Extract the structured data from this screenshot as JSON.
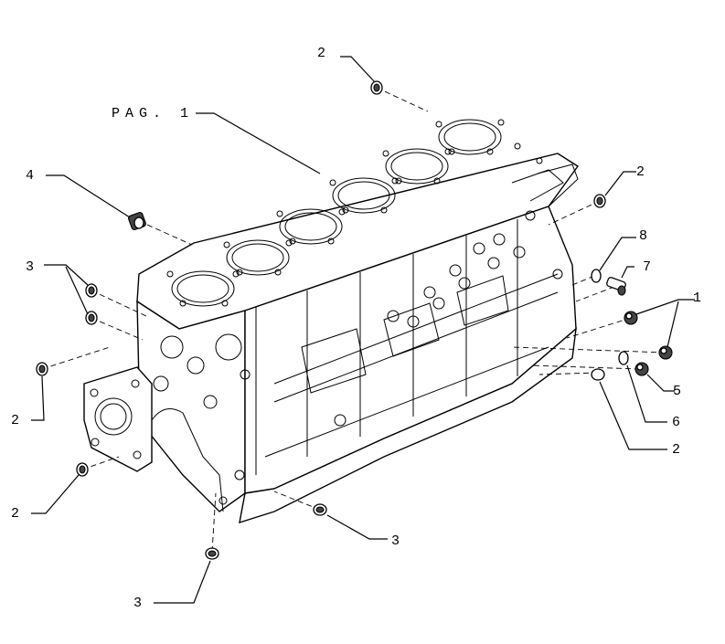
{
  "diagram": {
    "reference_label": "PAG. 1",
    "callouts": {
      "c1": "1",
      "c2a": "2",
      "c2b": "2",
      "c2c": "2",
      "c2d": "2",
      "c2e": "2",
      "c3a": "3",
      "c3b": "3",
      "c3c": "3",
      "c4": "4",
      "c5": "5",
      "c6": "6",
      "c7": "7",
      "c8": "8"
    }
  }
}
